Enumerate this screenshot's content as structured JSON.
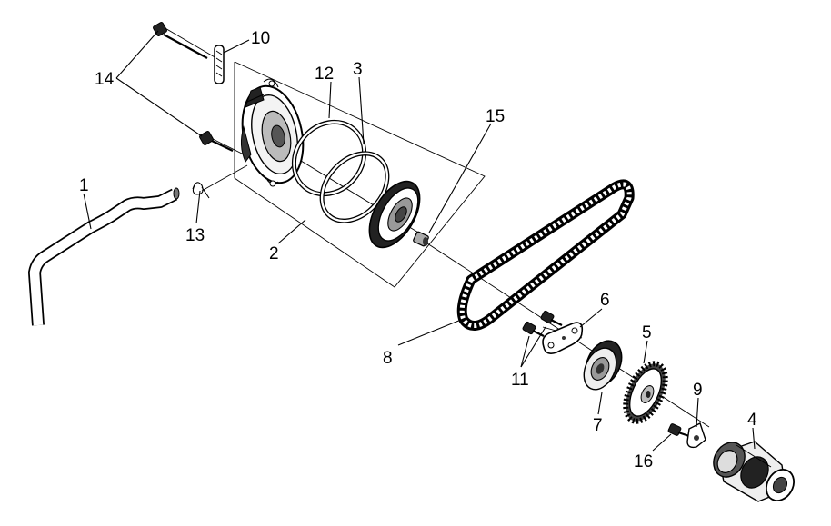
{
  "diagram": {
    "callouts": [
      {
        "id": "1",
        "label": "1"
      },
      {
        "id": "2",
        "label": "2"
      },
      {
        "id": "3",
        "label": "3"
      },
      {
        "id": "4",
        "label": "4"
      },
      {
        "id": "5",
        "label": "5"
      },
      {
        "id": "6",
        "label": "6"
      },
      {
        "id": "7",
        "label": "7"
      },
      {
        "id": "8",
        "label": "8"
      },
      {
        "id": "9",
        "label": "9"
      },
      {
        "id": "10",
        "label": "10"
      },
      {
        "id": "11",
        "label": "11"
      },
      {
        "id": "12",
        "label": "12"
      },
      {
        "id": "13",
        "label": "13"
      },
      {
        "id": "14",
        "label": "14"
      },
      {
        "id": "15",
        "label": "15"
      },
      {
        "id": "16",
        "label": "16"
      }
    ],
    "parts": [
      {
        "id": "1",
        "shape": "oil-hose"
      },
      {
        "id": "2",
        "shape": "oil-pump-assembly"
      },
      {
        "id": "3",
        "shape": "o-ring-large"
      },
      {
        "id": "4",
        "shape": "camshaft"
      },
      {
        "id": "5",
        "shape": "sprocket"
      },
      {
        "id": "6",
        "shape": "plate"
      },
      {
        "id": "7",
        "shape": "pulley"
      },
      {
        "id": "8",
        "shape": "chain"
      },
      {
        "id": "9",
        "shape": "lock-washer"
      },
      {
        "id": "10",
        "shape": "pin"
      },
      {
        "id": "11",
        "shape": "bolt-pair"
      },
      {
        "id": "12",
        "shape": "o-ring"
      },
      {
        "id": "13",
        "shape": "hose-clip"
      },
      {
        "id": "14",
        "shape": "bolt-pair"
      },
      {
        "id": "15",
        "shape": "nut"
      },
      {
        "id": "16",
        "shape": "bolt"
      }
    ]
  }
}
